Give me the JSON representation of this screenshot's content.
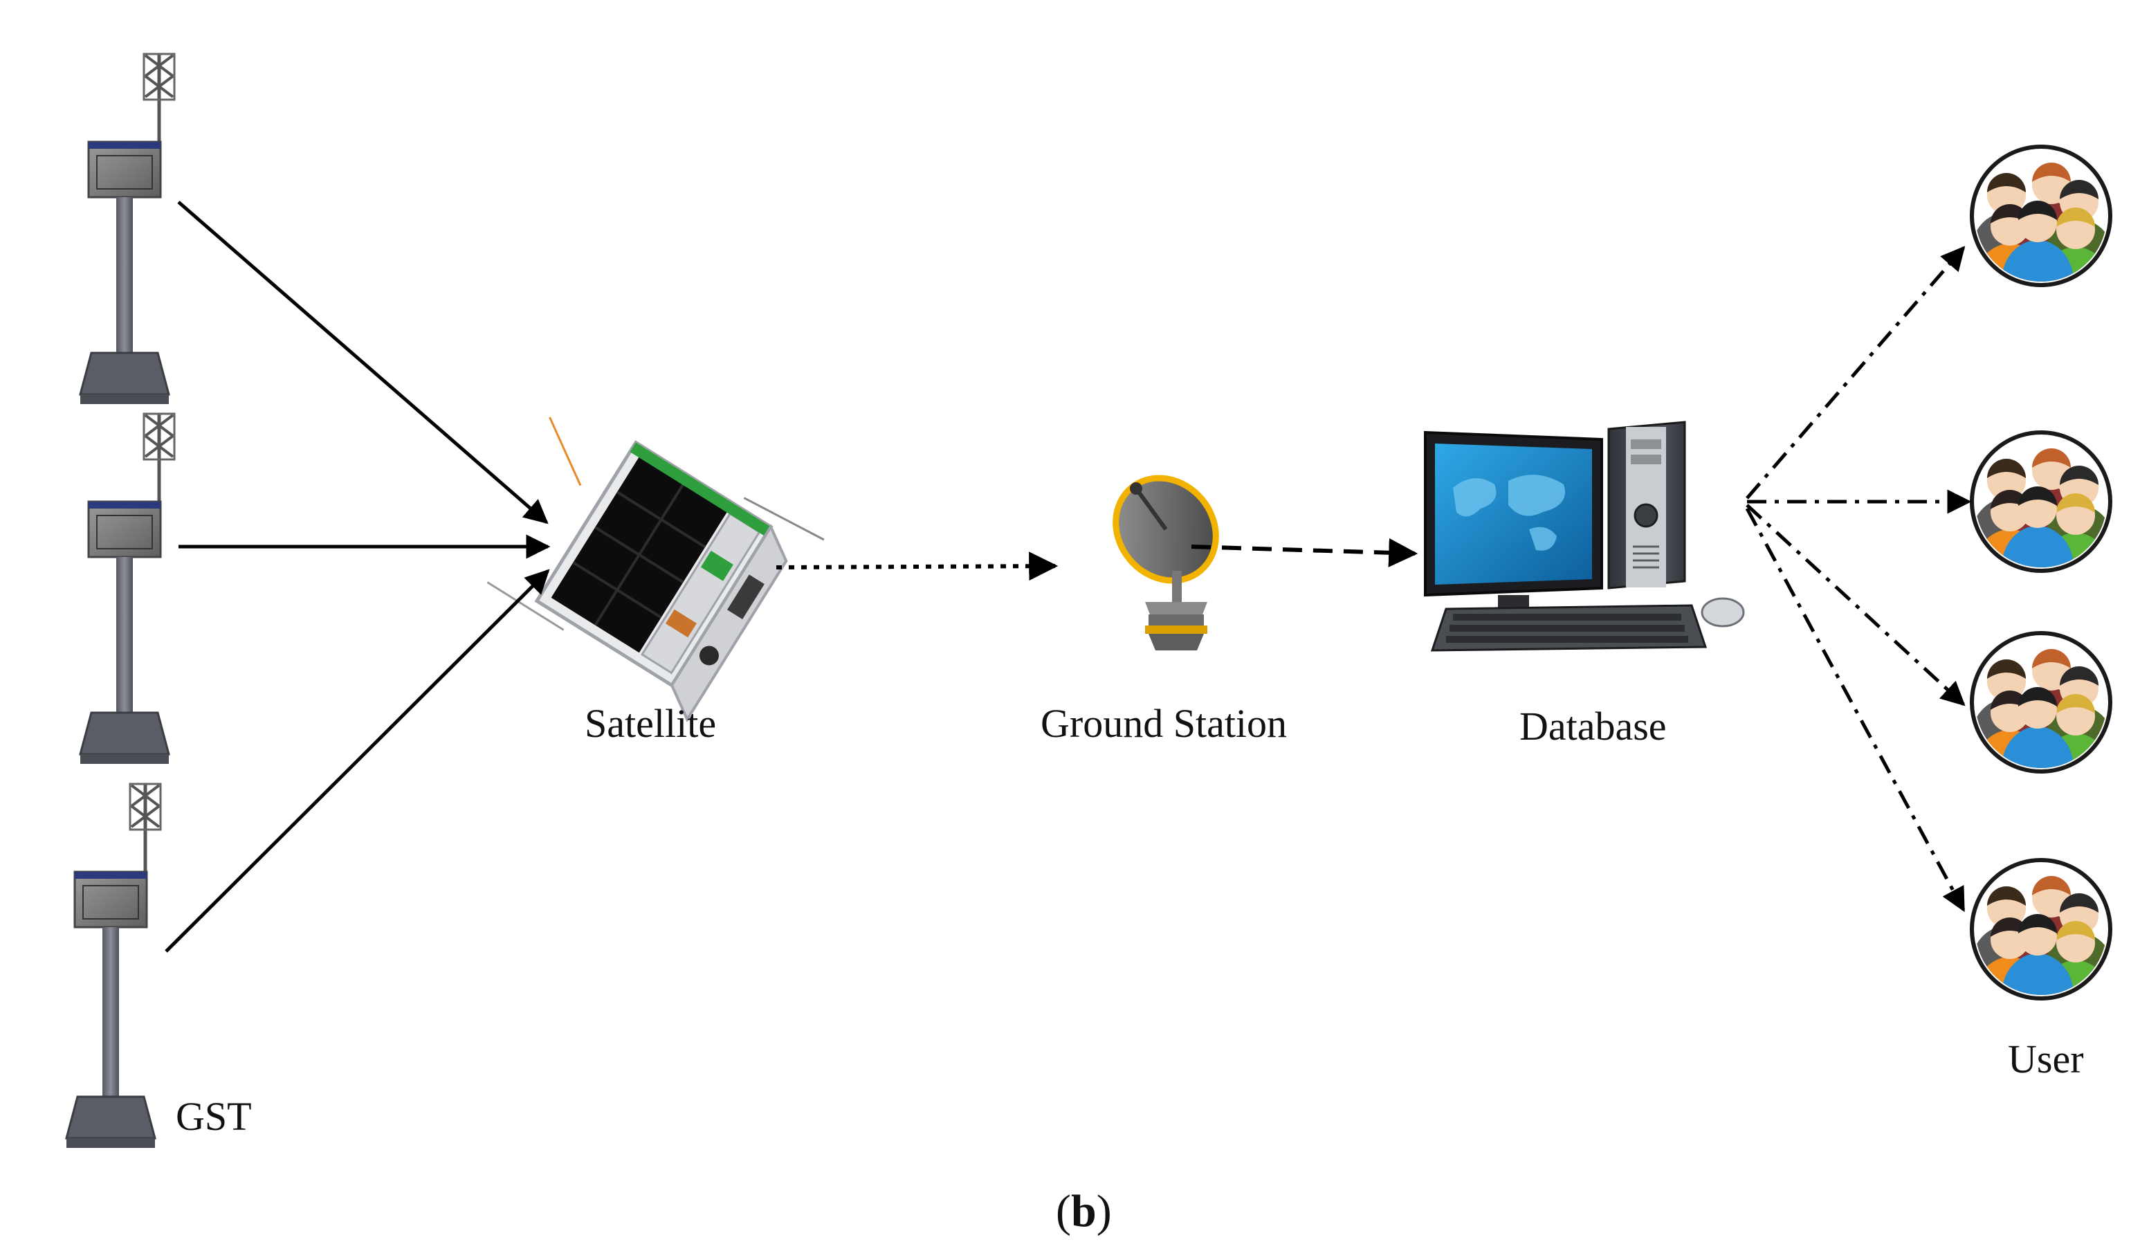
{
  "nodes": {
    "gst": {
      "label": "GST",
      "count": 3
    },
    "satellite": {
      "label": "Satellite"
    },
    "ground_station": {
      "label": "Ground Station"
    },
    "database": {
      "label": "Database"
    },
    "user": {
      "label": "User",
      "count": 4
    }
  },
  "caption": {
    "open": "(",
    "letter": "b",
    "close": ")"
  },
  "links": [
    {
      "from": "gst",
      "to": "satellite",
      "style": "solid"
    },
    {
      "from": "satellite",
      "to": "ground_station",
      "style": "dotted"
    },
    {
      "from": "ground_station",
      "to": "database",
      "style": "dashed"
    },
    {
      "from": "database",
      "to": "user",
      "style": "dash-dot"
    }
  ],
  "colors": {
    "line": "#000000",
    "pole": "#6b6e78",
    "solar_panel": "#0c0c0c",
    "satellite_frame": "#e9eaec",
    "satellite_accent": "#2f9e3c",
    "dish": "#6e6e6e",
    "dish_rim": "#f2b200",
    "monitor_screen": "#1b8fd0",
    "user_orange": "#f08c1c",
    "user_blue": "#2a8fd6",
    "user_green": "#5bb536"
  }
}
